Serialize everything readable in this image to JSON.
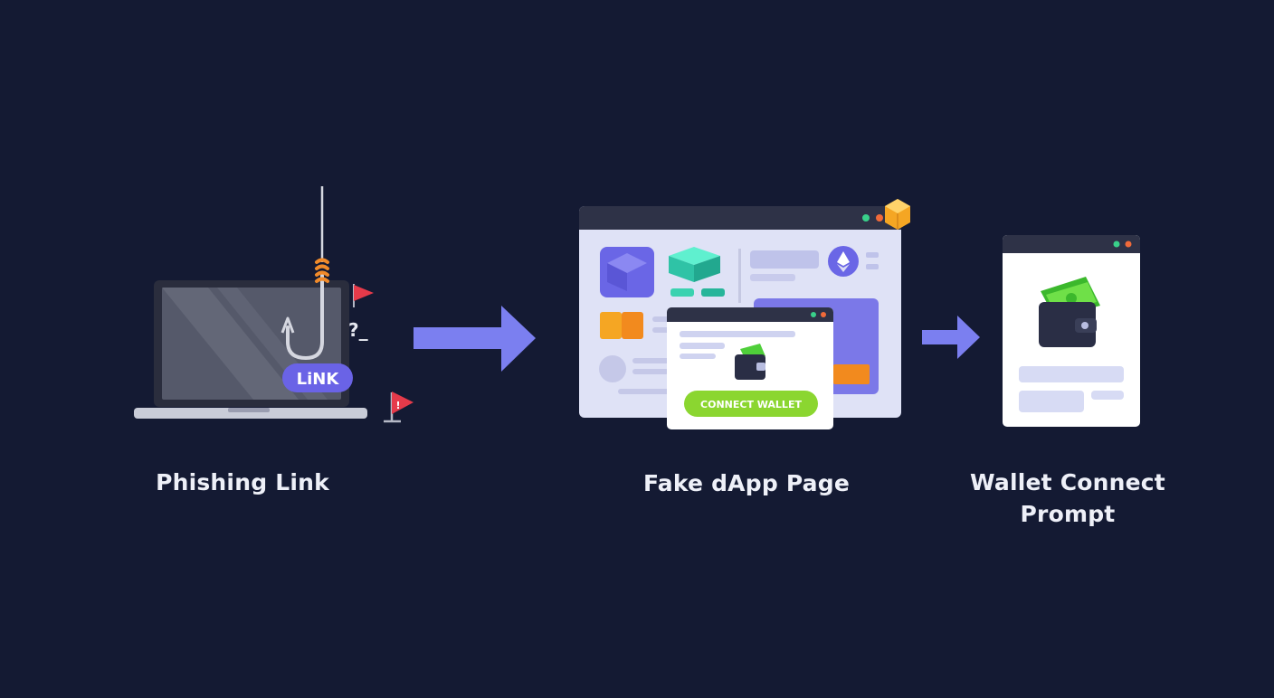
{
  "steps": [
    {
      "caption": "Phishing Link",
      "icon": "laptop-fishing-hook-icon",
      "badge": "LiNK",
      "question_glyph": "?_"
    },
    {
      "caption": "Fake dApp Page",
      "icon": "fake-dapp-browser-icon",
      "popup_button": "CONNECT WALLET"
    },
    {
      "caption": "Wallet Connect\nPrompt",
      "icon": "wallet-prompt-window-icon"
    }
  ],
  "colors": {
    "background": "#141a33",
    "arrow": "#7b7ff0",
    "badge": "#6a63e6",
    "connect_button": "#8bd630",
    "warning_flag": "#e53a4a",
    "hook_knot": "#f08a2a"
  }
}
